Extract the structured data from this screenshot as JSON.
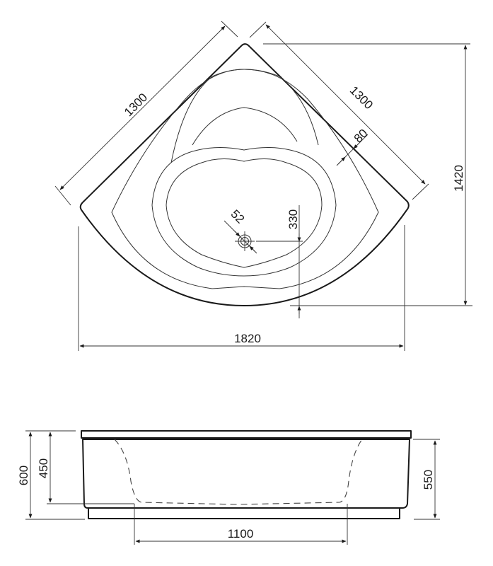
{
  "drawing": {
    "title": "Corner bathtub technical drawing",
    "views": [
      "top-view",
      "front-view"
    ],
    "line_color": "#1a1a1a",
    "background": "#ffffff"
  },
  "top_view": {
    "dimensions": {
      "side_left": "1300",
      "side_right": "1300",
      "depth_total": "1420",
      "width_total": "1820",
      "rim_width": "80",
      "drain_diameter": "52",
      "drain_offset": "330"
    }
  },
  "front_view": {
    "dimensions": {
      "total_height": "600",
      "inner_depth": "450",
      "apron_height": "550",
      "bottom_length": "1100"
    }
  }
}
